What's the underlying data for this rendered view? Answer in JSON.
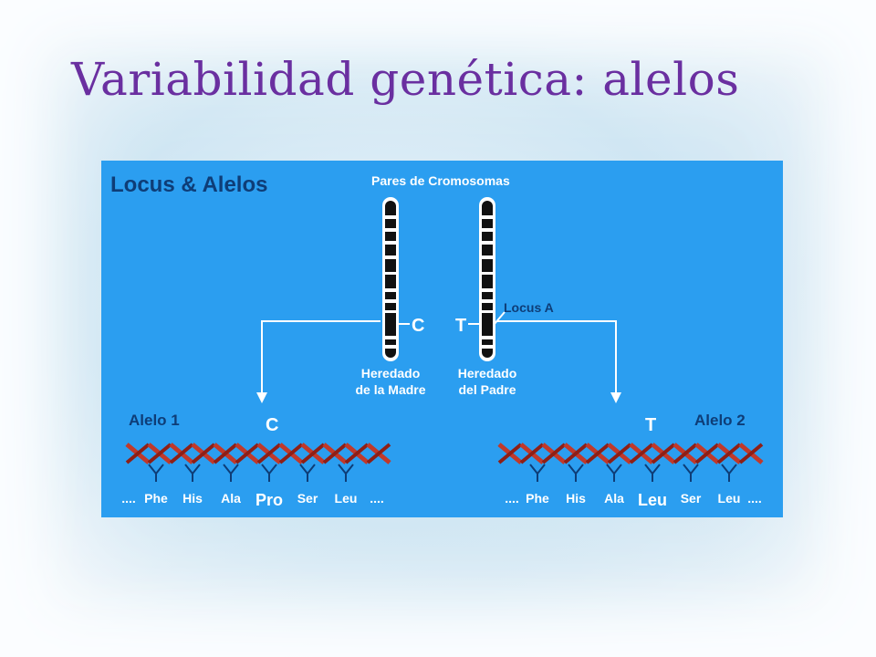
{
  "slide": {
    "title": "Variabilidad genética: alelos"
  },
  "diagram": {
    "heading": "Locus & Alelos",
    "chromosome_pairs_label": "Pares de Cromosomas",
    "maternal_label_line1": "Heredado",
    "maternal_label_line2": "de la Madre",
    "paternal_label_line1": "Heredado",
    "paternal_label_line2": "del Padre",
    "locus_label": "Locus A",
    "maternal_base": "C",
    "paternal_base": "T",
    "allele1": {
      "label": "Alelo 1",
      "base": "C",
      "codons": [
        "....",
        "Phe",
        "His",
        "Ala",
        "Pro",
        "Ser",
        "Leu",
        "...."
      ]
    },
    "allele2": {
      "label": "Alelo 2",
      "base": "T",
      "codons": [
        "....",
        "Phe",
        "His",
        "Ala",
        "Leu",
        "Ser",
        "Leu",
        "...."
      ]
    },
    "colors": {
      "panel": "#2b9ef0",
      "heading": "#0e3d77",
      "title": "#6a2fa0",
      "dna_strand": "#c0392b"
    }
  }
}
